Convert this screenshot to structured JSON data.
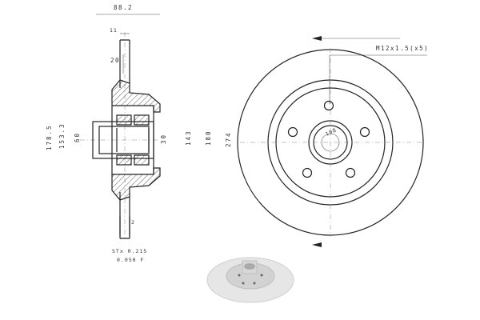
{
  "dimensions": {
    "top_width": "88.2",
    "flange_thickness": "11",
    "hub_offset": "20",
    "outer_height": "178.5",
    "hub_height": "153.3",
    "bore": "60",
    "inner_ring": "30",
    "hub_dia": "143",
    "center_dia": "180",
    "disc_dia": "274",
    "thread_spec": "M12x1.5(x5)",
    "pcd": "108",
    "thread_code": "STx 0.215",
    "tolerance_code": "0.050 F",
    "small_mark": "2"
  },
  "colors": {
    "line": "#222222",
    "thumb_disc": "#e6e6e6",
    "thumb_hub": "#d2d2d2"
  }
}
